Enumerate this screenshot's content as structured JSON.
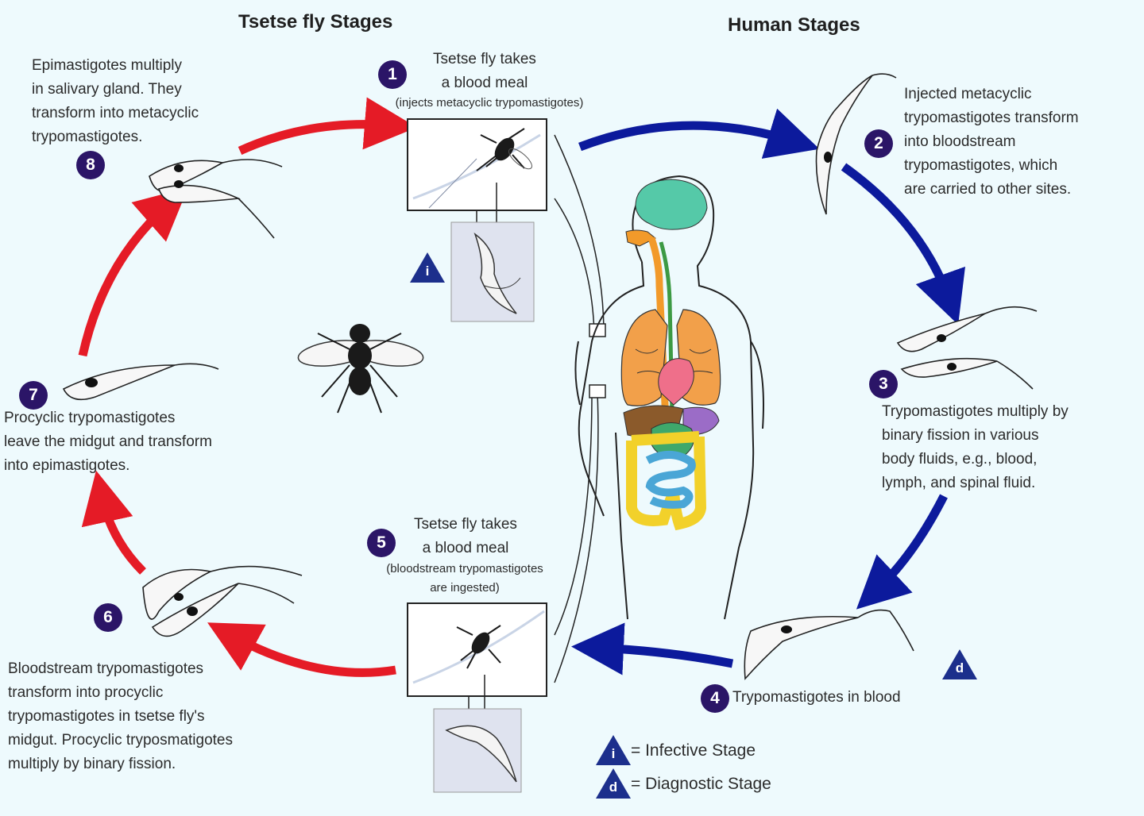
{
  "headings": {
    "fly": "Tsetse fly Stages",
    "human": "Human Stages"
  },
  "steps": [
    {
      "num": "1",
      "lines": [
        "Tsetse fly takes",
        "a blood meal"
      ],
      "note": "(injects metacyclic trypomastigotes)"
    },
    {
      "num": "2",
      "lines": [
        "Injected metacyclic",
        "trypomastigotes transform",
        "into bloodstream",
        "trypomastigotes, which",
        "are carried to other sites."
      ]
    },
    {
      "num": "3",
      "lines": [
        "Trypomastigotes multiply by",
        "binary fission in various",
        "body fluids, e.g., blood,",
        "lymph, and spinal fluid."
      ]
    },
    {
      "num": "4",
      "lines": [
        "Trypomastigotes in blood"
      ]
    },
    {
      "num": "5",
      "lines": [
        "Tsetse fly takes",
        "a blood meal"
      ],
      "note_lines": [
        "(bloodstream trypomastigotes",
        "are ingested)"
      ]
    },
    {
      "num": "6",
      "lines": [
        "Bloodstream trypomastigotes",
        "transform into procyclic",
        "trypomastigotes in tsetse fly's",
        "midgut. Procyclic tryposmatigotes",
        "multiply by binary fission."
      ]
    },
    {
      "num": "7",
      "lines": [
        "Procyclic trypomastigotes",
        "leave the midgut and transform",
        "into epimastigotes."
      ]
    },
    {
      "num": "8",
      "lines": [
        "Epimastigotes multiply",
        "in salivary gland. They",
        "transform into metacyclic",
        "trypomastigotes."
      ]
    }
  ],
  "legend": {
    "infective": {
      "symbol": "i",
      "label": "= Infective Stage"
    },
    "diagnostic": {
      "symbol": "d",
      "label": "= Diagnostic Stage"
    }
  },
  "colors": {
    "human_arrow": "#0c1a9c",
    "fly_arrow": "#e51b26",
    "badge": "#2b1567",
    "stage_marker": "#1c2f8c",
    "background": "#eefafd"
  }
}
